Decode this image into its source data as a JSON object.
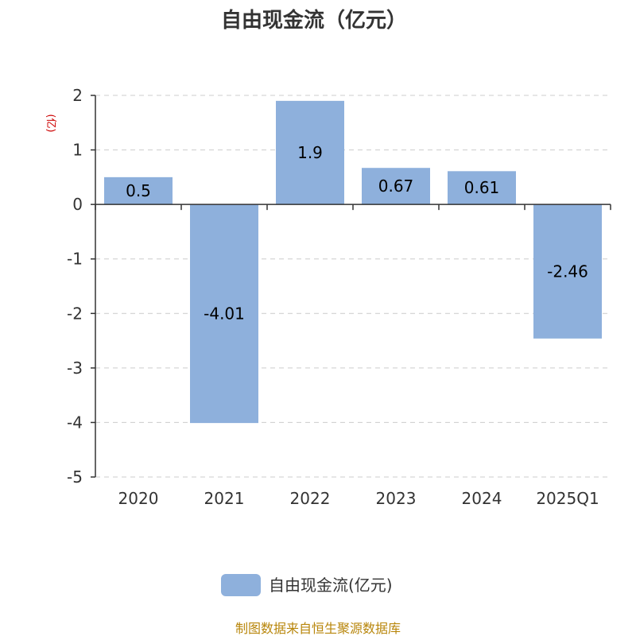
{
  "chart_data": {
    "type": "bar",
    "title": "自由现金流（亿元）",
    "ylabel": "(亿)",
    "xlabel": "",
    "categories": [
      "2020",
      "2021",
      "2022",
      "2023",
      "2024",
      "2025Q1"
    ],
    "series": [
      {
        "name": "自由现金流(亿元)",
        "values": [
          0.5,
          -4.01,
          1.9,
          0.67,
          0.61,
          -2.46
        ],
        "labels": [
          "0.5",
          "-4.01",
          "1.9",
          "0.67",
          "0.61",
          "-2.46"
        ],
        "color": "#8eb0dc"
      }
    ],
    "ylim": [
      -5,
      2
    ],
    "yticks": [
      2,
      1,
      0,
      -1,
      -2,
      -3,
      -4,
      -5
    ],
    "grid": true,
    "legend_position": "bottom-center"
  },
  "source_text": "制图数据来自恒生聚源数据库"
}
